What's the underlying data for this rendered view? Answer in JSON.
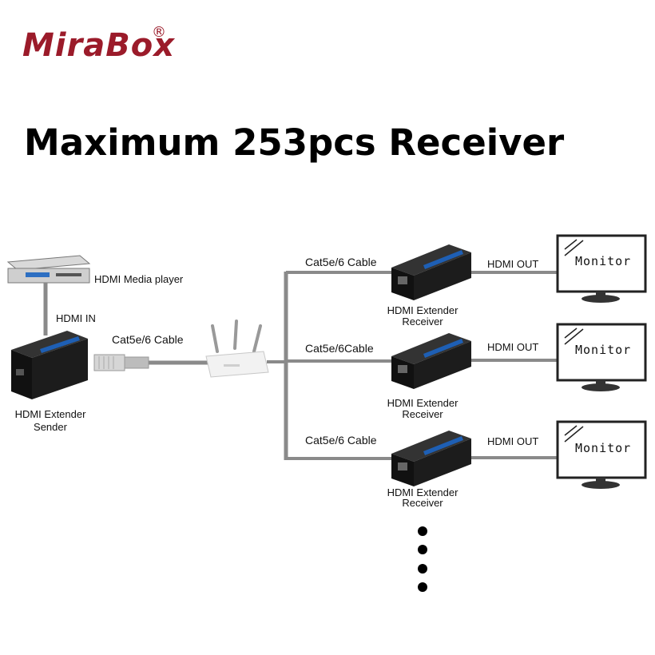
{
  "brand": {
    "logo_text": "MiraBox",
    "registered_mark": "®"
  },
  "title": "Maximum 253pcs Receiver",
  "source": {
    "player_label": "HDMI Media player",
    "hdmi_in_label": "HDMI IN",
    "sender_label_line1": "HDMI Extender",
    "sender_label_line2": "Sender",
    "cable_label": "Cat5e/6 Cable"
  },
  "branches": [
    {
      "cable_label": "Cat5e/6 Cable",
      "receiver_line1": "HDMI Extender",
      "receiver_line2": "Receiver",
      "out_label": "HDMI OUT",
      "monitor_label": "Monitor"
    },
    {
      "cable_label": "Cat5e/6Cable",
      "receiver_line1": "HDMI Extender",
      "receiver_line2": "Receiver",
      "out_label": "HDMI OUT",
      "monitor_label": "Monitor"
    },
    {
      "cable_label": "Cat5e/6 Cable",
      "receiver_line1": "HDMI Extender",
      "receiver_line2": "Receiver",
      "out_label": "HDMI OUT",
      "monitor_label": "Monitor"
    }
  ],
  "colors": {
    "brand_red": "#9b1b2a",
    "line_gray": "#8a8a8a",
    "device_black": "#1c1c1c",
    "accent_blue": "#1e5fb4"
  }
}
